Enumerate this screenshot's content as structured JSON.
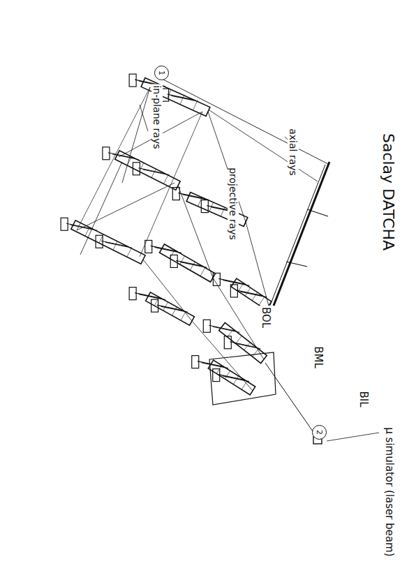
{
  "diagram": {
    "title": "Saclay DATCHA",
    "nodes": [
      {
        "text": [
          "1"
        ]
      },
      {
        "text": [
          "2"
        ]
      }
    ],
    "labels": [
      "axial rays",
      "projective rays",
      "in-plane rays",
      "BOL",
      "BML",
      "BIL",
      "μ simulator (laser beam)"
    ]
  }
}
